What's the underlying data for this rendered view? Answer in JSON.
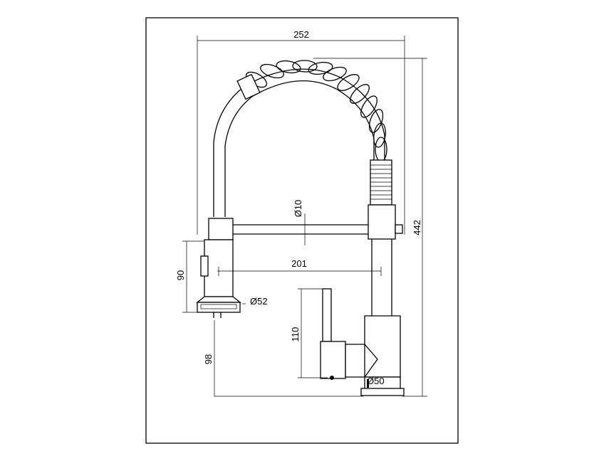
{
  "dimensions": {
    "overall_width": "252",
    "overall_height": "442",
    "spout_reach": "201",
    "spray_head_height": "90",
    "spray_head_diameter": "Ø52",
    "bar_diameter": "Ø10",
    "handle_height": "110",
    "spray_clearance": "98",
    "base_diameter": "Ø50"
  },
  "colors": {
    "line": "#000000",
    "background": "#ffffff"
  }
}
